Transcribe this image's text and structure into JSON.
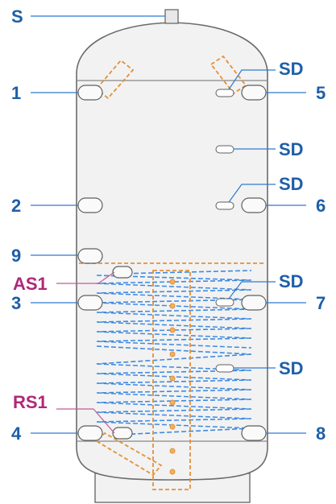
{
  "labels": {
    "top_outlet": "S",
    "left_connections": [
      "1",
      "2",
      "9",
      "3",
      "4"
    ],
    "right_connections": [
      "5",
      "6",
      "7",
      "8"
    ],
    "sensor_wells": [
      "SD",
      "SD",
      "SD",
      "SD",
      "SD"
    ],
    "coil_inlet": "AS1",
    "coil_return": "RS1"
  },
  "colors": {
    "connection_label": "#1d5fa8",
    "coil_label": "#b0287a",
    "coil": "#3d8ae0",
    "stratification_pipe": "#e2913a",
    "tank_shell": "#f2f2f2"
  }
}
